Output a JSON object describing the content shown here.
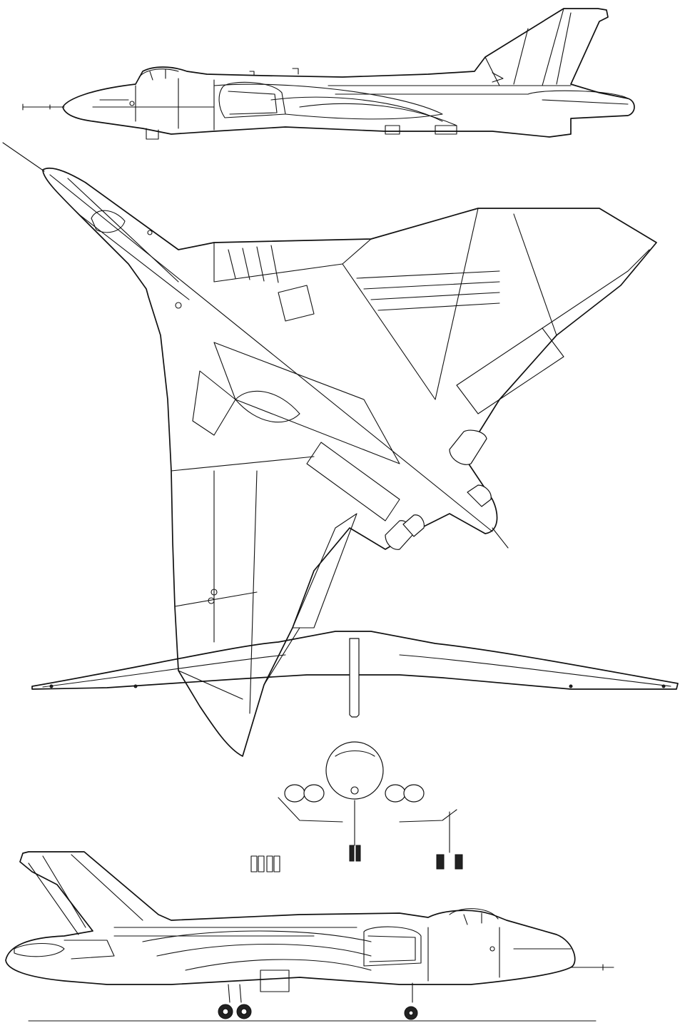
{
  "drawing": {
    "views": [
      "side-view-top",
      "plan-view",
      "front-view",
      "side-view-bottom"
    ],
    "line_color": "#111111",
    "background": "#ffffff"
  }
}
